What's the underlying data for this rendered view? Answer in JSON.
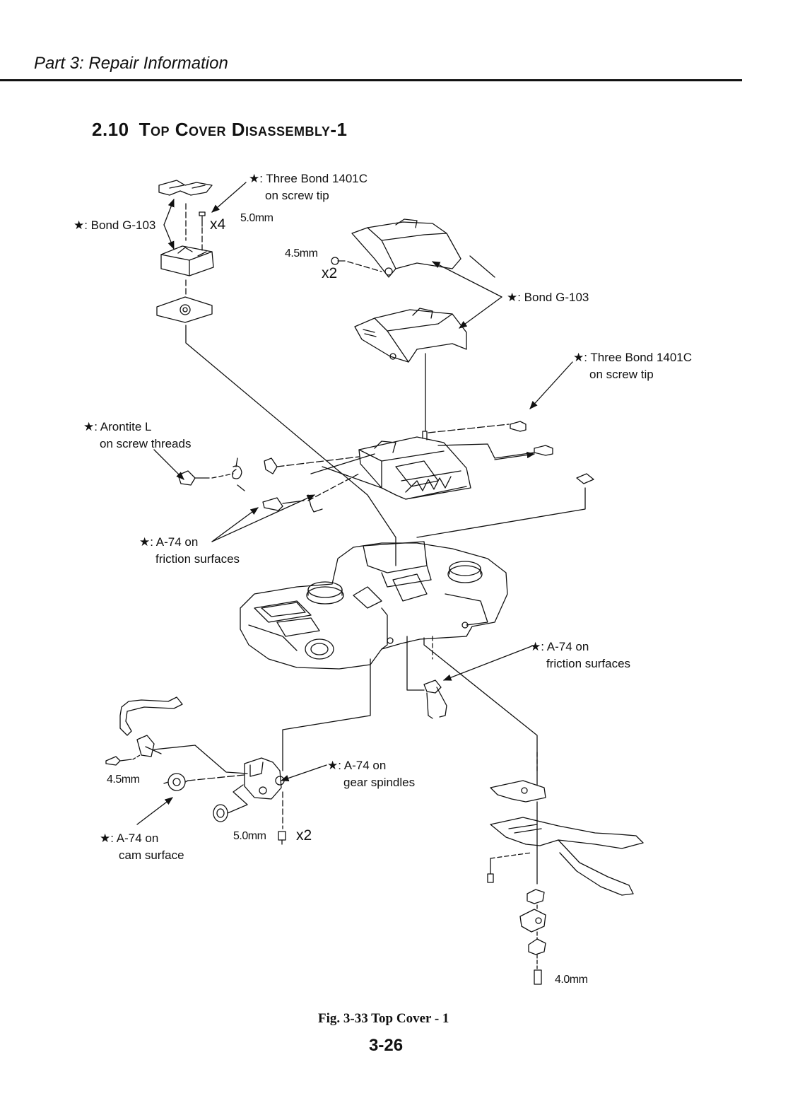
{
  "header": {
    "text": "Part 3: Repair Information"
  },
  "section": {
    "number": "2.10",
    "title": "Top Cover Disassembly-1"
  },
  "labels": {
    "three_bond_top": {
      "line1": "★: Three Bond 1401C",
      "line2": "on screw tip"
    },
    "bond_left": {
      "line1": "★: Bond G-103"
    },
    "bond_right": {
      "line1": "★: Bond G-103"
    },
    "three_bond_right": {
      "line1": "★: Three Bond 1401C",
      "line2": "on screw tip"
    },
    "arontite": {
      "line1": "★: Arontite L",
      "line2": "on screw threads"
    },
    "a74_friction_left": {
      "line1": "★: A-74 on",
      "line2": "friction surfaces"
    },
    "a74_friction_right": {
      "line1": "★: A-74 on",
      "line2": "friction surfaces"
    },
    "a74_gear": {
      "line1": "★: A-74 on",
      "line2": "gear spindles"
    },
    "a74_cam": {
      "line1": "★: A-74 on",
      "line2": "cam surface"
    }
  },
  "dimensions": {
    "d_5_0_top": "5.0mm",
    "d_4_5_mid": "4.5mm",
    "d_4_5_low": "4.5mm",
    "d_5_0_low": "5.0mm",
    "d_4_0": "4.0mm"
  },
  "quantities": {
    "q_x4": "x4",
    "q_x2_mid": "x2",
    "q_x2_low": "x2"
  },
  "caption": "Fig. 3-33 Top Cover - 1",
  "page_number": "3-26"
}
